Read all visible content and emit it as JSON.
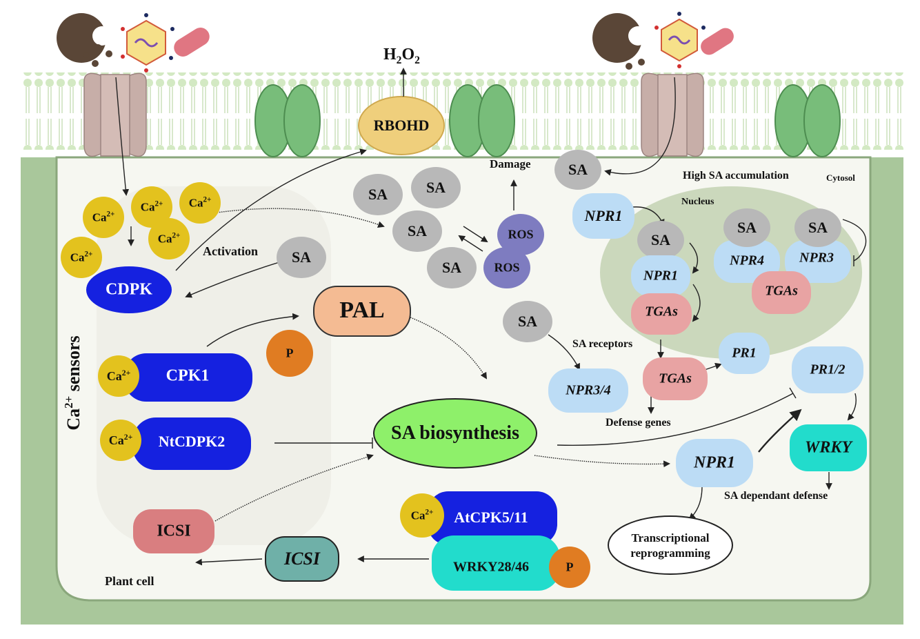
{
  "labels": {
    "h2o2": "H2O2",
    "rbohd": "RBOHD",
    "damage": "Damage",
    "high_sa": "High SA accumulation",
    "cytosol": "Cytosol",
    "nucleus": "Nucleus",
    "activation": "Activation",
    "cdpk": "CDPK",
    "ca_sensors": "Ca2+ sensors",
    "pal": "PAL",
    "p": "P",
    "cpk1": "CPK1",
    "ntcdpk2": "NtCDPK2",
    "sa_biosynthesis": "SA biosynthesis",
    "sa": "SA",
    "ros": "ROS",
    "npr1": "NPR1",
    "npr3": "NPR3",
    "npr4": "NPR4",
    "tgas": "TGAs",
    "sa_receptors": "SA receptors",
    "npr34": "NPR3/4",
    "pr1": "PR1",
    "pr12": "PR1/2",
    "defense_genes": "Defense genes",
    "wrky": "WRKY",
    "sa_dependant": "SA dependant defense",
    "transcriptional": "Transcriptional",
    "reprogramming": "reprogramming",
    "icsi": "ICSI",
    "atcpk": "AtCPK5/11",
    "wrky2846": "WRKY28/46",
    "plant_cell": "Plant cell",
    "ca": "Ca2+"
  },
  "colors": {
    "membrane": "#cfe6c2",
    "cell_wall": "#a9c79b",
    "cytoplasm": "#f6f7f1",
    "nucleus": "#cbd8bc",
    "sa_grey": "#b8b8b8",
    "npr_blue": "#bcdcf5",
    "tga_pink": "#e8a3a3",
    "ca_yellow": "#e3c21e",
    "cdpk_blue": "#1521e0",
    "pal_orange": "#f4bb93",
    "p_orange": "#e07c22",
    "sa_bio_green": "#8ef06a",
    "wrky_teal": "#22dccc",
    "icsi_teal": "#6fb0a8",
    "icsi_pink": "#d97e80",
    "ros_purple": "#7e7cc0",
    "rbohd_yellow": "#efcf7c"
  }
}
